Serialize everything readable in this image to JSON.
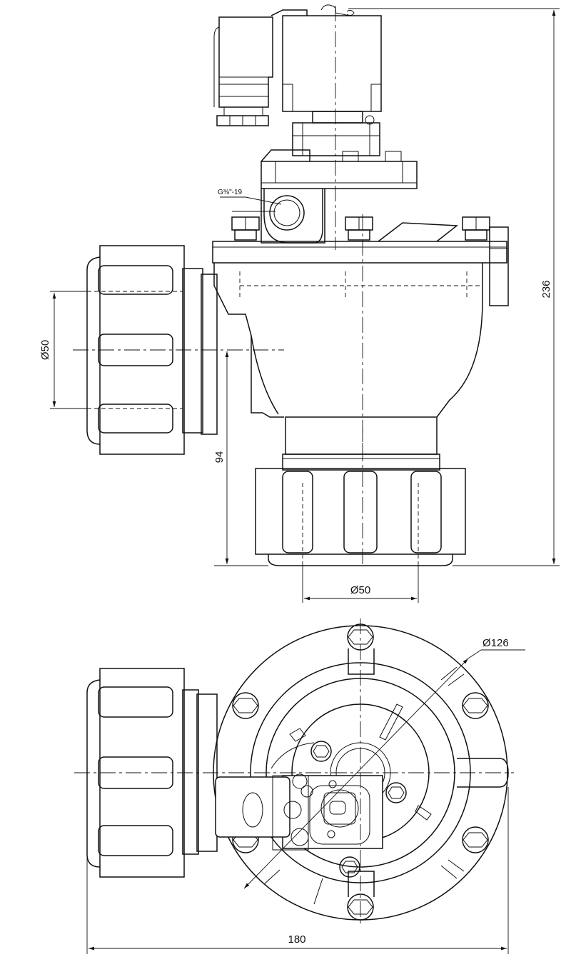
{
  "dimensions": {
    "height_total": "236",
    "side_port_diameter": "Ø50",
    "outlet_height": "94",
    "bottom_port_diameter": "Ø50",
    "flange_diameter": "Ø126",
    "overall_width": "180"
  },
  "callouts": {
    "pilot_thread": "G⅜\"-19"
  }
}
